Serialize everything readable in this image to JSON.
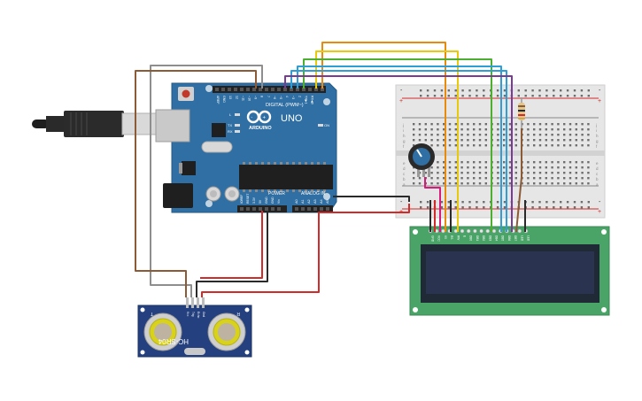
{
  "arduino": {
    "brand": "ARDUINO",
    "model": "UNO",
    "digital_label": "DIGITAL (PWM~)",
    "power_label": "POWER",
    "analog_label": "ANALOG IN",
    "on_label": "ON",
    "led_labels": [
      "L",
      "TX",
      "RX"
    ],
    "digital_pins": [
      "AREF",
      "GND",
      "13",
      "12",
      "~11",
      "~10",
      "~9",
      "8",
      "7",
      "~6",
      "~5",
      "4",
      "~3",
      "2",
      "TX▶1",
      "RX◀0"
    ],
    "power_pins": [
      "IOREF",
      "RESET",
      "3.3V",
      "5V",
      "GND",
      "GND",
      "Vin"
    ],
    "analog_pins": [
      "A0",
      "A1",
      "A2",
      "A3",
      "A4",
      "A5"
    ]
  },
  "sensor": {
    "model": "HC-SR04",
    "pins": [
      "Vcc",
      "Trig",
      "Echo",
      "Gnd"
    ],
    "t_label": "T",
    "r_label": "R"
  },
  "lcd": {
    "pins": [
      "GND",
      "VCC",
      "V0",
      "RS",
      "RW",
      "E",
      "DB0",
      "DB1",
      "DB2",
      "DB3",
      "DB4",
      "DB5",
      "DB6",
      "DB7",
      "LED",
      "LED"
    ]
  },
  "breadboard": {
    "rows_top": [
      "j",
      "i",
      "h",
      "g",
      "f"
    ],
    "rows_bottom": [
      "e",
      "d",
      "c",
      "b",
      "a"
    ],
    "plus": "+",
    "minus": "-"
  },
  "colors": {
    "board_blue": "#2f6fa3",
    "breadboard": "#e6e6e6",
    "lcd_pcb": "#4aa468",
    "lcd_screen": "#2a3350",
    "sensor_blue": "#24407e",
    "wire_red": "#d42a2a",
    "wire_black": "#2a2a2a",
    "wire_gray": "#8e8e8e",
    "wire_brown": "#8d5a36",
    "wire_orange": "#e88a0b",
    "wire_yellow": "#e8c90b",
    "wire_green": "#4caf2f",
    "wire_cyan": "#2e9fd6",
    "wire_purple": "#7a3a96",
    "wire_pink": "#d81b7a"
  }
}
